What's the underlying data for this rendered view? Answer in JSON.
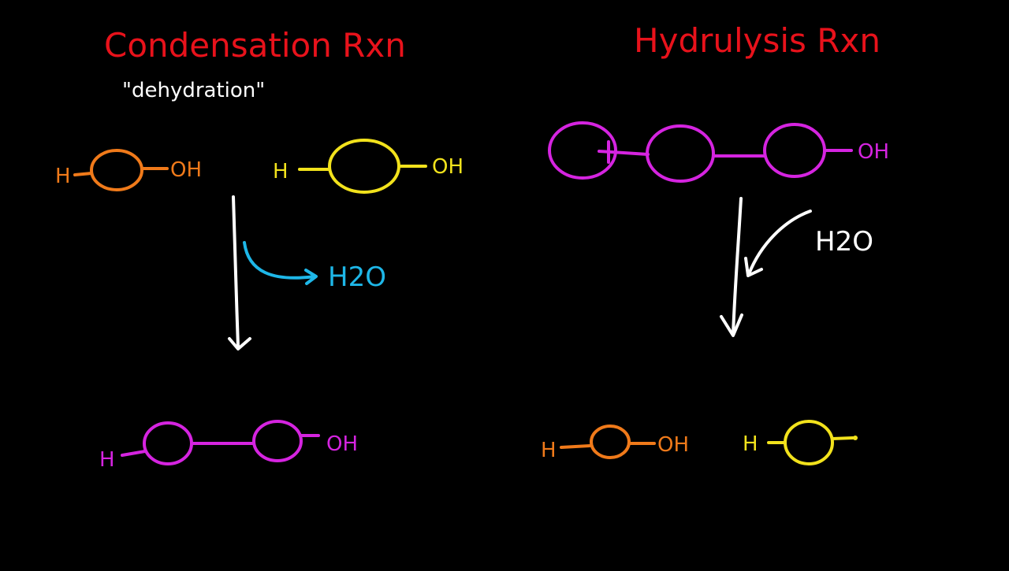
{
  "colors": {
    "background": "#000000",
    "title": "#e8121b",
    "white": "#ffffff",
    "orange": "#f07a1a",
    "yellow": "#f2e21c",
    "magenta": "#d524e0",
    "cyan": "#1eb7e8"
  },
  "condensation": {
    "title": "Condensation  Rxn",
    "subtitle": "\"dehydration\"",
    "reactant1": {
      "left": "H",
      "right": "OH"
    },
    "reactant2": {
      "left": "H",
      "right": "OH"
    },
    "byproduct": "H2O",
    "product": {
      "left": "H",
      "right": "OH"
    }
  },
  "hydrolysis": {
    "title": "Hydrulysis  Rxn",
    "polymer": {
      "right": "OH"
    },
    "reagent": "H2O",
    "product1": {
      "left": "H",
      "right": "OH"
    },
    "product2": {
      "left": "H"
    }
  }
}
